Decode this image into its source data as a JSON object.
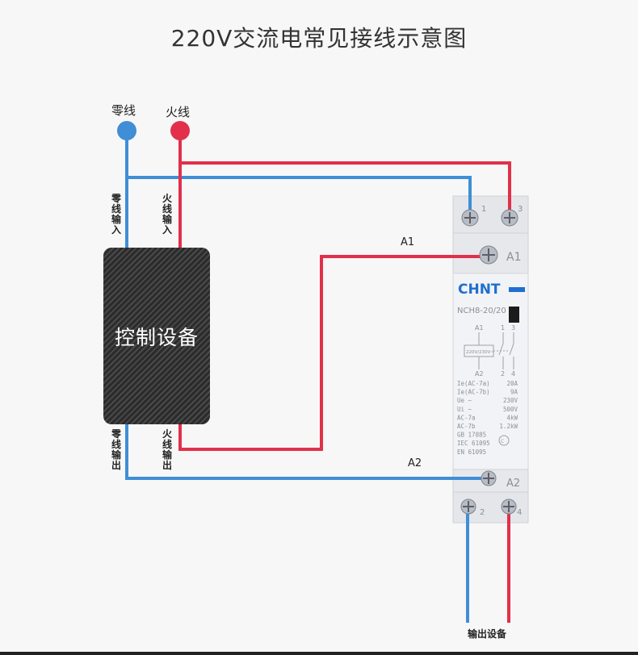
{
  "title": "220V交流电常见接线示意图",
  "labels": {
    "neutral": "零线",
    "live": "火线",
    "neutral_in": "零线输入",
    "live_in": "火线输入",
    "neutral_out": "零线输出",
    "live_out": "火线输出",
    "a1": "A1",
    "a2": "A2",
    "output_device": "输出设备"
  },
  "control_box": {
    "label": "控制设备"
  },
  "contactor": {
    "brand": "CHNT",
    "model": "NCH8-20/20",
    "terminal_top_1": "1",
    "terminal_top_3": "3",
    "terminal_a1": "A1",
    "terminal_a2": "A2",
    "terminal_bottom_2": "2",
    "terminal_bottom_4": "4",
    "schematic_a1": "A1",
    "schematic_a2": "A2",
    "schematic_1": "1",
    "schematic_3": "3",
    "schematic_2": "2",
    "schematic_4": "4",
    "coil_label": "220V/230V~",
    "specs_left": [
      "Ie(AC-7a)",
      "Ie(AC-7b)",
      "Ue ~",
      "Ui ~",
      "AC-7a",
      "AC-7b",
      "GB 17885",
      "IEC 61095",
      "EN 61095"
    ],
    "specs_right": [
      "20A",
      "9A",
      "230V",
      "500V",
      "4kW",
      "1.2kW"
    ]
  },
  "colors": {
    "neutral_wire": "#3f8ed6",
    "live_wire": "#e2304a",
    "control_box": "#333333",
    "brand": "#1f6fd1"
  }
}
